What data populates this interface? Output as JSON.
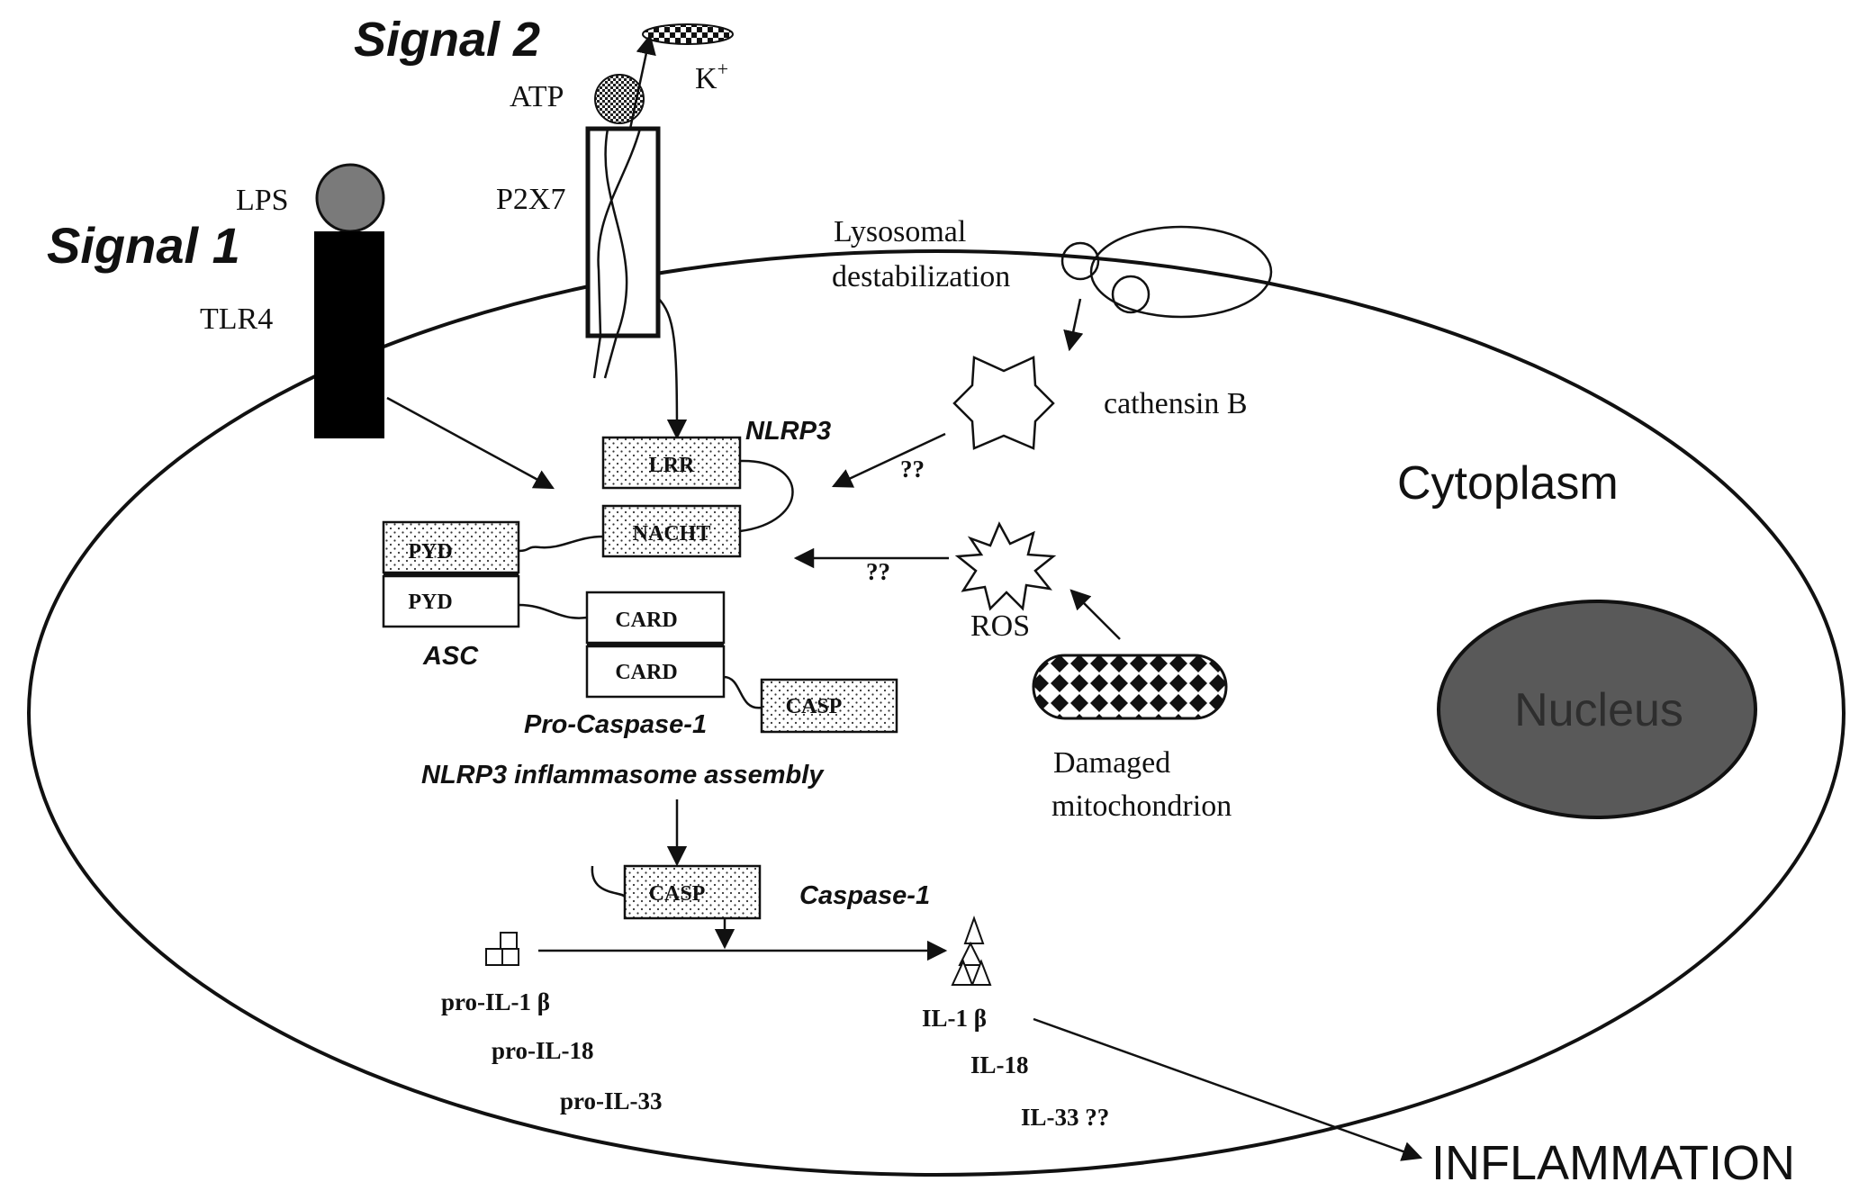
{
  "labels": {
    "signal1": "Signal 1",
    "signal2": "Signal 2",
    "lps": "LPS",
    "tlr4": "TLR4",
    "atp": "ATP",
    "k_plus_base": "K",
    "k_plus_sup": "+",
    "p2x7": "P2X7",
    "lysosomal_line1": "Lysosomal",
    "lysosomal_line2": "destabilization",
    "cathensin": "cathensin B",
    "qq1": "??",
    "qq2": "??",
    "nlrp3": "NLRP3",
    "lrr": "LRR",
    "nacht": "NACHT",
    "pyd_nlrp3": "PYD",
    "pyd_asc": "PYD",
    "asc": "ASC",
    "card1": "CARD",
    "card2": "CARD",
    "casp1": "CASP",
    "pro_caspase": "Pro-Caspase-1",
    "assembly": "NLRP3 inflammasome assembly",
    "ros": "ROS",
    "damaged_line1": "Damaged",
    "damaged_line2": "mitochondrion",
    "cytoplasm": "Cytoplasm",
    "nucleus": "Nucleus",
    "casp2": "CASP",
    "caspase1": "Caspase-1",
    "pro_il1b": "pro-IL-1 β",
    "pro_il18": "pro-IL-18",
    "pro_il33": "pro-IL-33",
    "il1b": "IL-1 β",
    "il18": "IL-18",
    "il33": "IL-33 ??",
    "inflammation": "INFLAMMATION"
  },
  "colors": {
    "lps_ball": "#7a7a7a",
    "receptor": "#000000",
    "nucleus": "#595959",
    "outline": "#111111"
  },
  "icons": {
    "atp": "atp-ball-icon",
    "k_channel": "potassium-efflux-icon",
    "cathepsin": "star-shape-icon",
    "ros": "burst-shape-icon",
    "mitochondrion": "mitochondrion-icon",
    "pro_il1b": "stacked-squares-icon",
    "il1b": "triangle-stack-icon"
  }
}
